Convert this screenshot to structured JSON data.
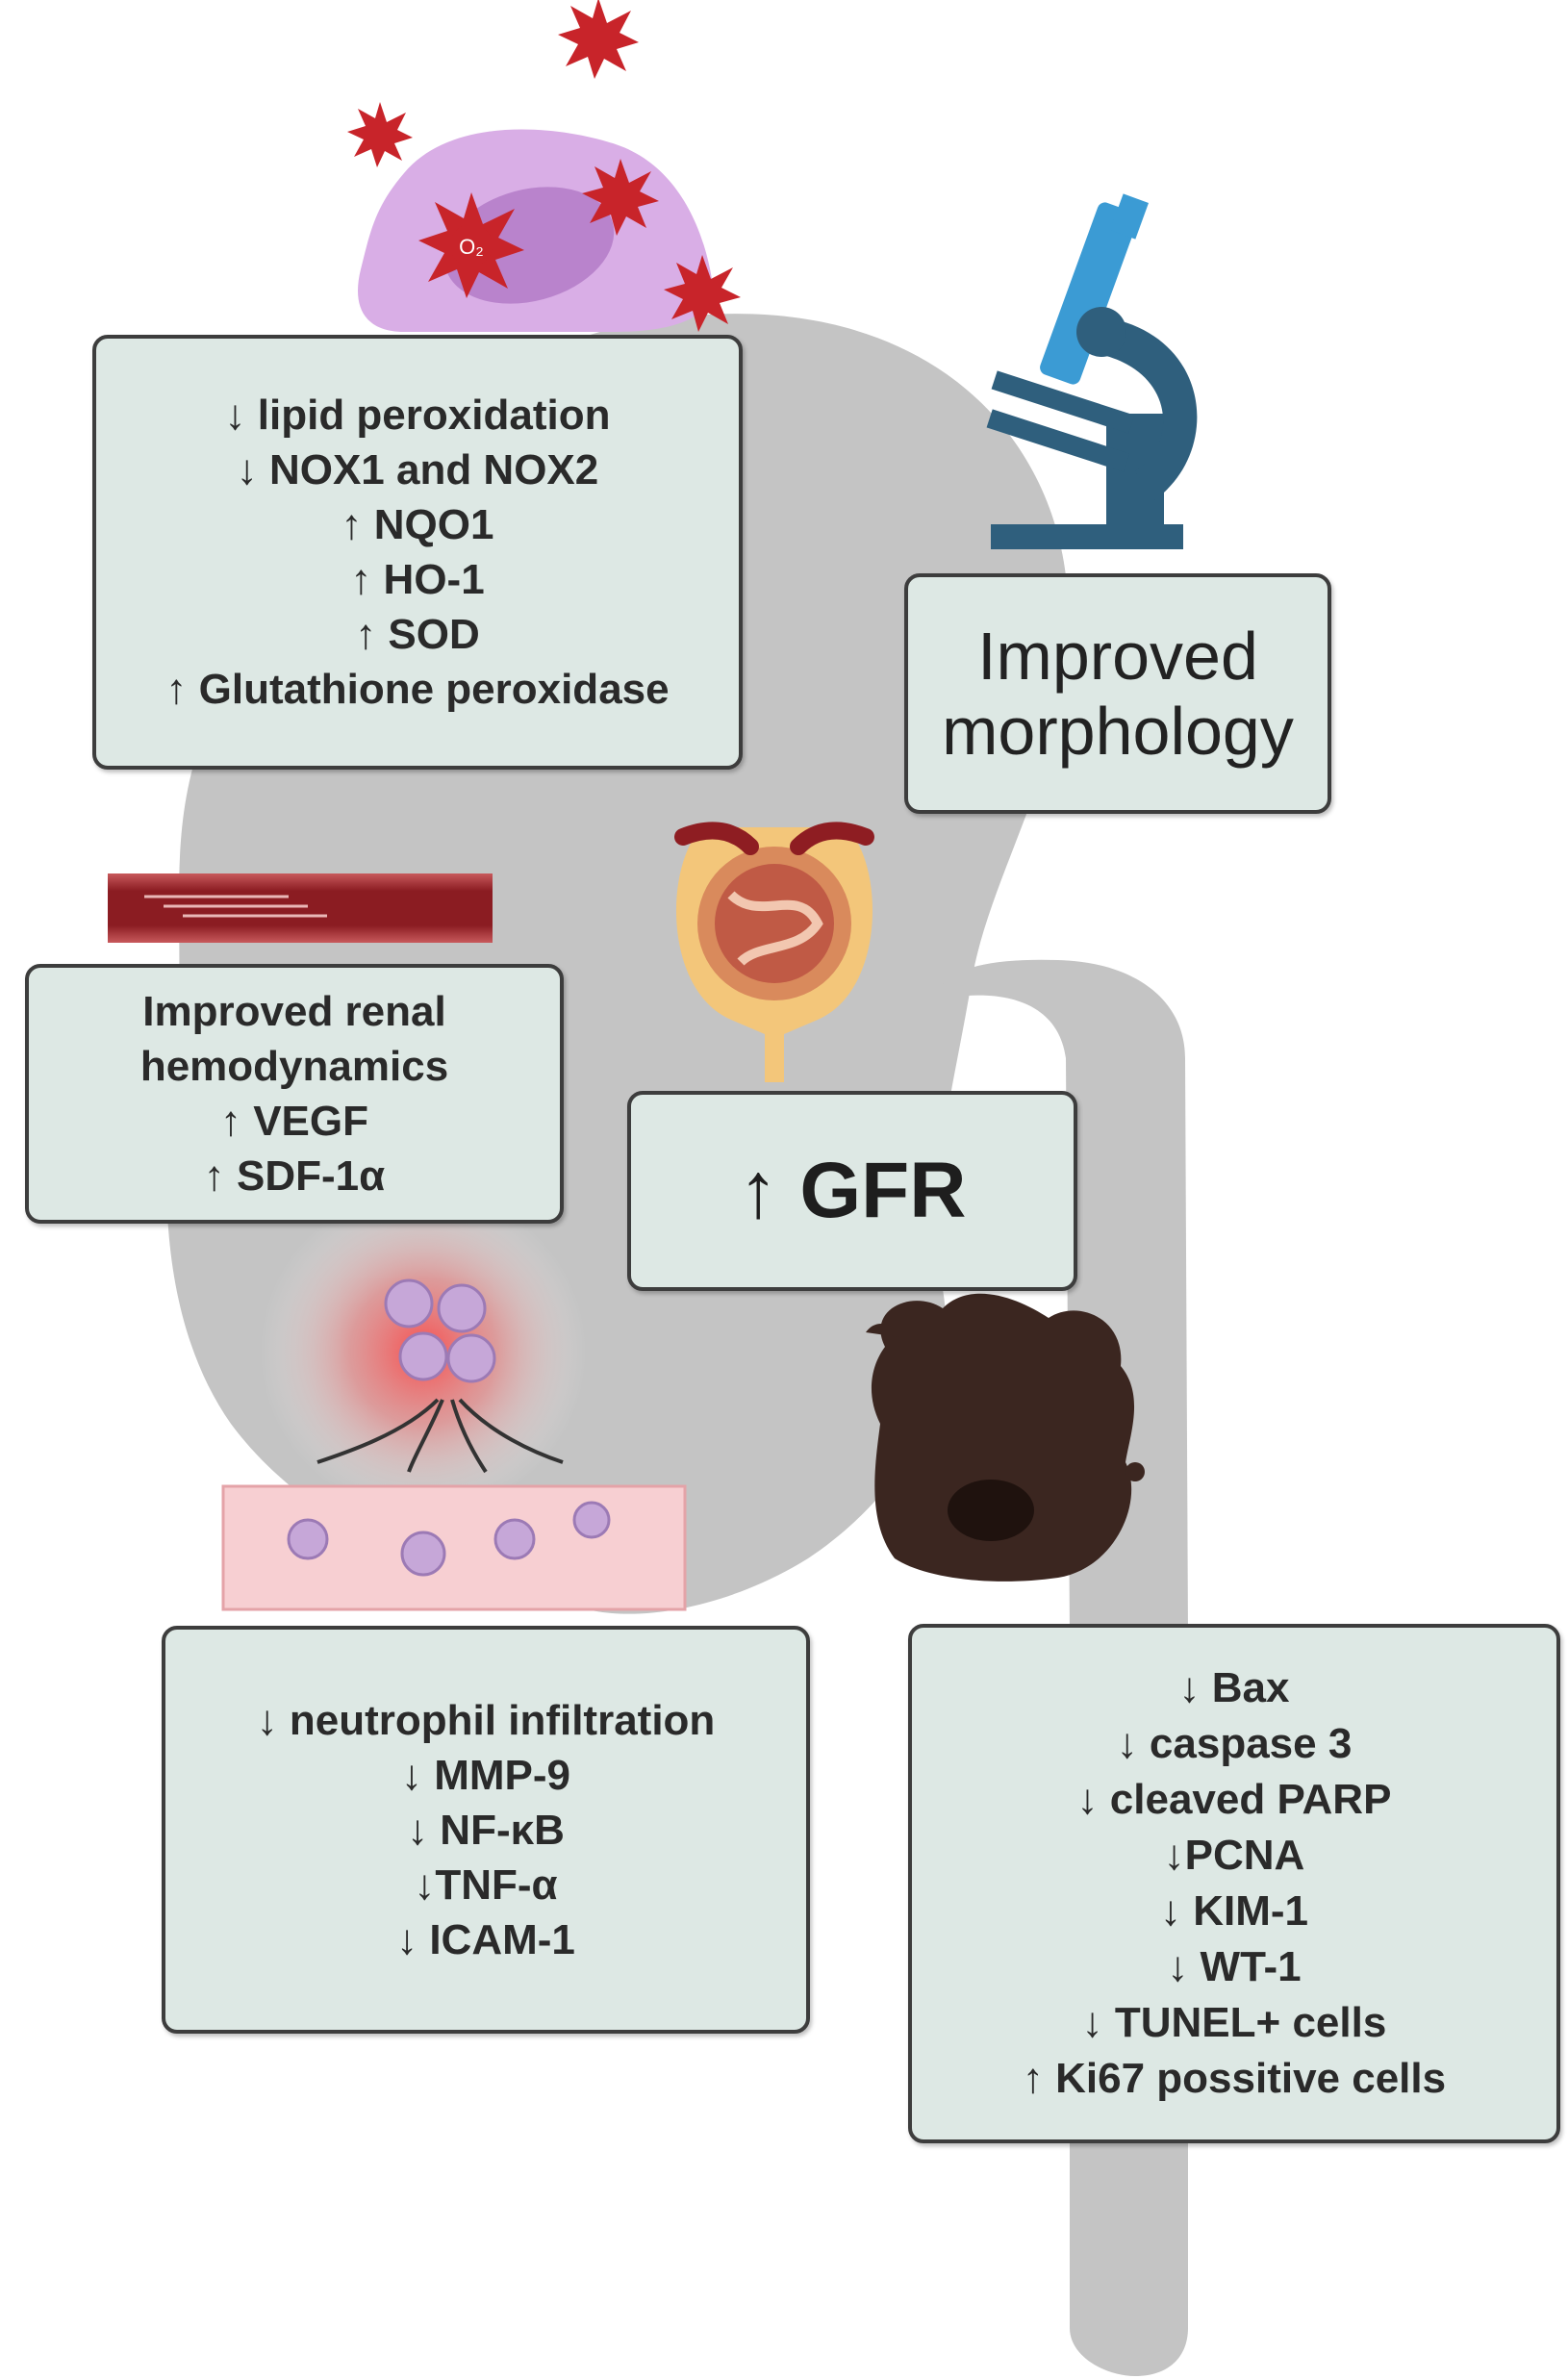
{
  "boxes": {
    "oxidative": {
      "lines": [
        "↓ lipid peroxidation",
        "↓ NOX1 and NOX2",
        "↑ NQO1",
        "↑ HO-1",
        "↑ SOD",
        "↑ Glutathione peroxidase"
      ]
    },
    "morphology": {
      "lines": [
        "Improved",
        "morphology"
      ]
    },
    "hemodynamics": {
      "lines": [
        "Improved renal",
        "hemodynamics",
        "↑ VEGF",
        "↑ SDF-1α"
      ]
    },
    "gfr": {
      "lines": [
        "↑ GFR"
      ]
    },
    "inflammation": {
      "lines": [
        "↓ neutrophil infiltration",
        "↓ MMP-9",
        "↓ NF-κB",
        "↓TNF-α",
        "↓ ICAM-1"
      ]
    },
    "apoptosis": {
      "lines": [
        "↓ Bax",
        "↓ caspase 3",
        "↓ cleaved PARP",
        "↓PCNA",
        "↓ KIM-1",
        "↓ WT-1",
        "↓ TUNEL+ cells",
        "↑ Ki67 possitive cells"
      ]
    }
  },
  "illustrations": {
    "ros_cell": {
      "icon": "ros-cell-icon",
      "spike_label": "O₂"
    },
    "microscope": {
      "icon": "microscope-icon"
    },
    "blood_vessel": {
      "icon": "blood-vessel-icon"
    },
    "glomerulus": {
      "icon": "glomerulus-icon"
    },
    "neutrophil_migration": {
      "icon": "neutrophil-migration-icon"
    },
    "necrotic_cell": {
      "icon": "necrotic-cell-icon"
    },
    "kidney": {
      "icon": "kidney-silhouette-icon"
    }
  },
  "colors": {
    "box_fill": "#dde8e4",
    "box_border": "#3d3d3d",
    "kidney": "#c4c4c4",
    "ros": "#c8242a",
    "cell": "#d9aee6",
    "microscope_dark": "#2f5f7d",
    "microscope_light": "#3b9bd4",
    "vessel": "#8e1d22",
    "necrotic": "#3b2620"
  }
}
